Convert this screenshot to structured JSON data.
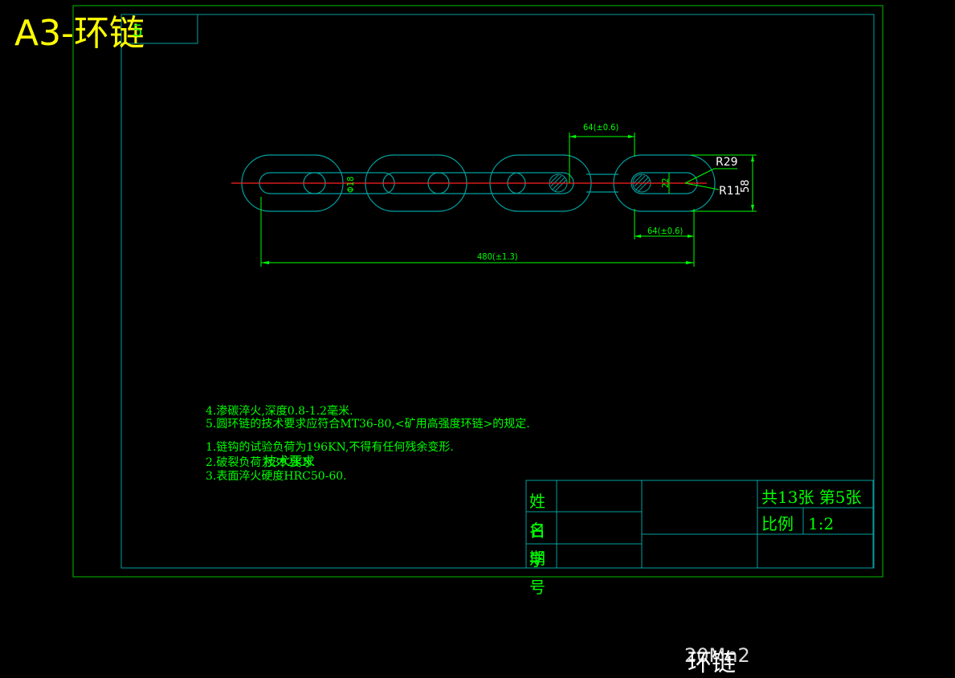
{
  "sheet": {
    "title": "A3-环链",
    "sheet_number": "5"
  },
  "colors": {
    "background": "#000000",
    "frame": "#00c000",
    "part_outline": "#00a0a0",
    "dimension": "#00ff00",
    "center_line": "#ff0000",
    "title_text": "#ffff00"
  },
  "dimensions": {
    "pitch_top": "64(±0.6)",
    "pitch_bottom": "64(±0.6)",
    "total_length": "480(±1.3)",
    "bar_diameter": "Φ18",
    "inner_width": "22",
    "outer_width": "58",
    "outer_radius": "R29",
    "inner_radius": "R11"
  },
  "notes": {
    "note4": "4.渗碳淬火,深度0.8-1.2毫米.",
    "note5": "5.圆环链的技术要求应符合MT36-80,<矿用高强度环链>的规定.",
    "note1": "1.链钩的试验负荷为196KN,不得有任何残余变形.",
    "note2": "2.破裂负荷为392KN.",
    "note2_overlap": "技术要求",
    "note3": "3.表面淬火硬度HRC50-60."
  },
  "title_block": {
    "name_label": "姓名",
    "date_label": "日期",
    "student_no_label": "学号",
    "sheets_info": "共13张   第5张",
    "scale_label": "比例",
    "scale_value": "1:2"
  },
  "bottom": {
    "drawing_name": "环链",
    "overlap_code": "20Mn2"
  }
}
